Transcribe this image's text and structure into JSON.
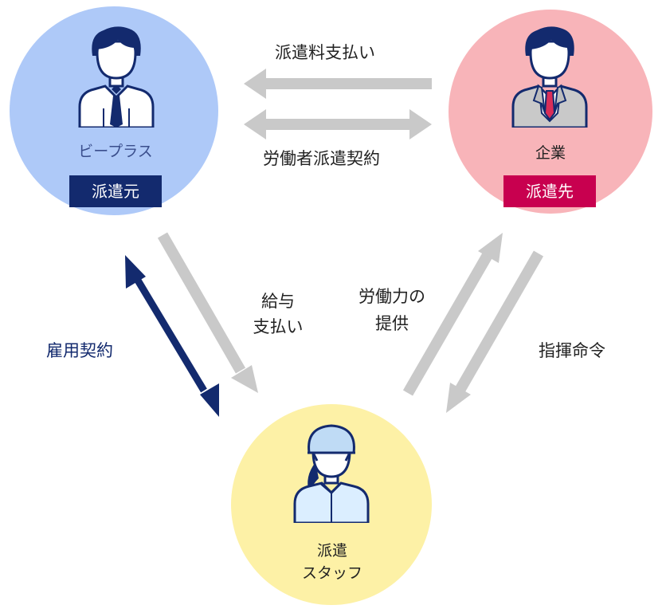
{
  "colors": {
    "bplus_circle": "#aec9f8",
    "client_circle": "#f8b4b9",
    "staff_circle": "#fdf1a6",
    "navy": "#132a6e",
    "magenta": "#c8004f",
    "gray_arrow": "#c9c9c9",
    "text": "#222222"
  },
  "nodes": {
    "bplus": {
      "name": "ビープラス",
      "badge": "派遣元"
    },
    "client": {
      "name": "企業",
      "badge": "派遣先"
    },
    "staff": {
      "name_line1": "派遣",
      "name_line2": "スタッフ"
    }
  },
  "edges": {
    "fee_payment": "派遣料支払い",
    "dispatch_contract": "労働者派遣契約",
    "salary_line1": "給与",
    "salary_line2": "支払い",
    "labor_line1": "労働力の",
    "labor_line2": "提供",
    "instruction": "指揮命令",
    "employment": "雇用契約"
  }
}
